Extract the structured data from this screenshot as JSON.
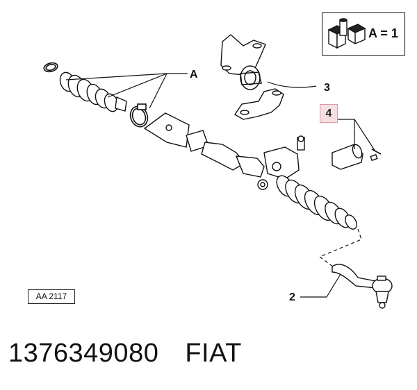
{
  "callouts": {
    "a": "A",
    "three": "3",
    "four": "4",
    "two": "2"
  },
  "quantity_box": {
    "text": "A = 1",
    "icon": "parts-kit-icon"
  },
  "reference_code": "AA 2117",
  "footer": {
    "part_number": "1376349080",
    "brand": "FIAT"
  },
  "colors": {
    "highlight": "#f6dfe3",
    "line": "#111111"
  }
}
